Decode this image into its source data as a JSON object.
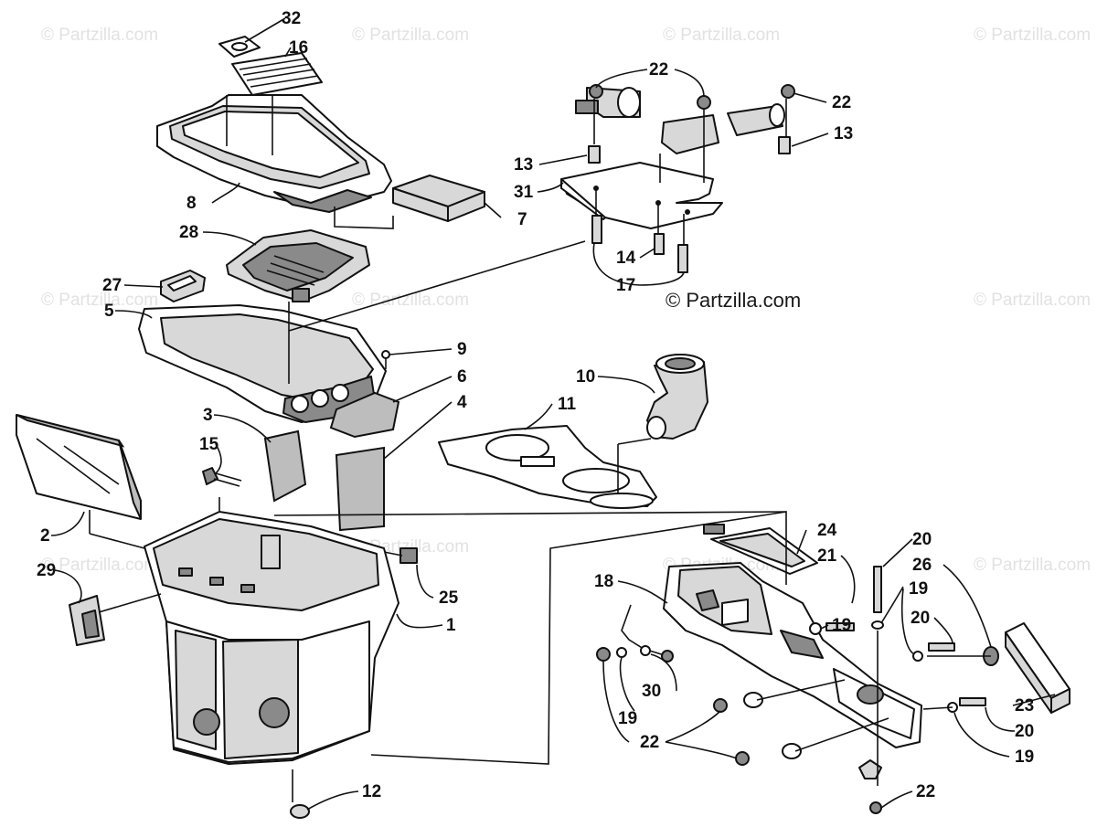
{
  "watermark": {
    "text": "© Partzilla.com",
    "main_text": "© Partzilla.com"
  },
  "callouts": [
    {
      "id": "c32a",
      "label": "32"
    },
    {
      "id": "c16",
      "label": "16"
    },
    {
      "id": "c8",
      "label": "8"
    },
    {
      "id": "c7",
      "label": "7"
    },
    {
      "id": "c28",
      "label": "28"
    },
    {
      "id": "c27",
      "label": "27"
    },
    {
      "id": "c5",
      "label": "5"
    },
    {
      "id": "c9",
      "label": "9"
    },
    {
      "id": "c6",
      "label": "6"
    },
    {
      "id": "c4",
      "label": "4"
    },
    {
      "id": "c3",
      "label": "3"
    },
    {
      "id": "c15",
      "label": "15"
    },
    {
      "id": "c2",
      "label": "2"
    },
    {
      "id": "c29",
      "label": "29"
    },
    {
      "id": "c25",
      "label": "25"
    },
    {
      "id": "c1",
      "label": "1"
    },
    {
      "id": "c12",
      "label": "12"
    },
    {
      "id": "c10",
      "label": "10"
    },
    {
      "id": "c11",
      "label": "11"
    },
    {
      "id": "c22a",
      "label": "22"
    },
    {
      "id": "c22b",
      "label": "22"
    },
    {
      "id": "c13a",
      "label": "13"
    },
    {
      "id": "c13b",
      "label": "13"
    },
    {
      "id": "c31",
      "label": "31"
    },
    {
      "id": "c14",
      "label": "14"
    },
    {
      "id": "c17",
      "label": "17"
    },
    {
      "id": "c24",
      "label": "24"
    },
    {
      "id": "c21",
      "label": "21"
    },
    {
      "id": "c20a",
      "label": "20"
    },
    {
      "id": "c26",
      "label": "26"
    },
    {
      "id": "c18",
      "label": "18"
    },
    {
      "id": "c19a",
      "label": "19"
    },
    {
      "id": "c19b",
      "label": "19"
    },
    {
      "id": "c20b",
      "label": "20"
    },
    {
      "id": "c30",
      "label": "30"
    },
    {
      "id": "c19c",
      "label": "19"
    },
    {
      "id": "c23",
      "label": "23"
    },
    {
      "id": "c20c",
      "label": "20"
    },
    {
      "id": "c22c",
      "label": "22"
    },
    {
      "id": "c19d",
      "label": "19"
    },
    {
      "id": "c22d",
      "label": "22"
    }
  ]
}
